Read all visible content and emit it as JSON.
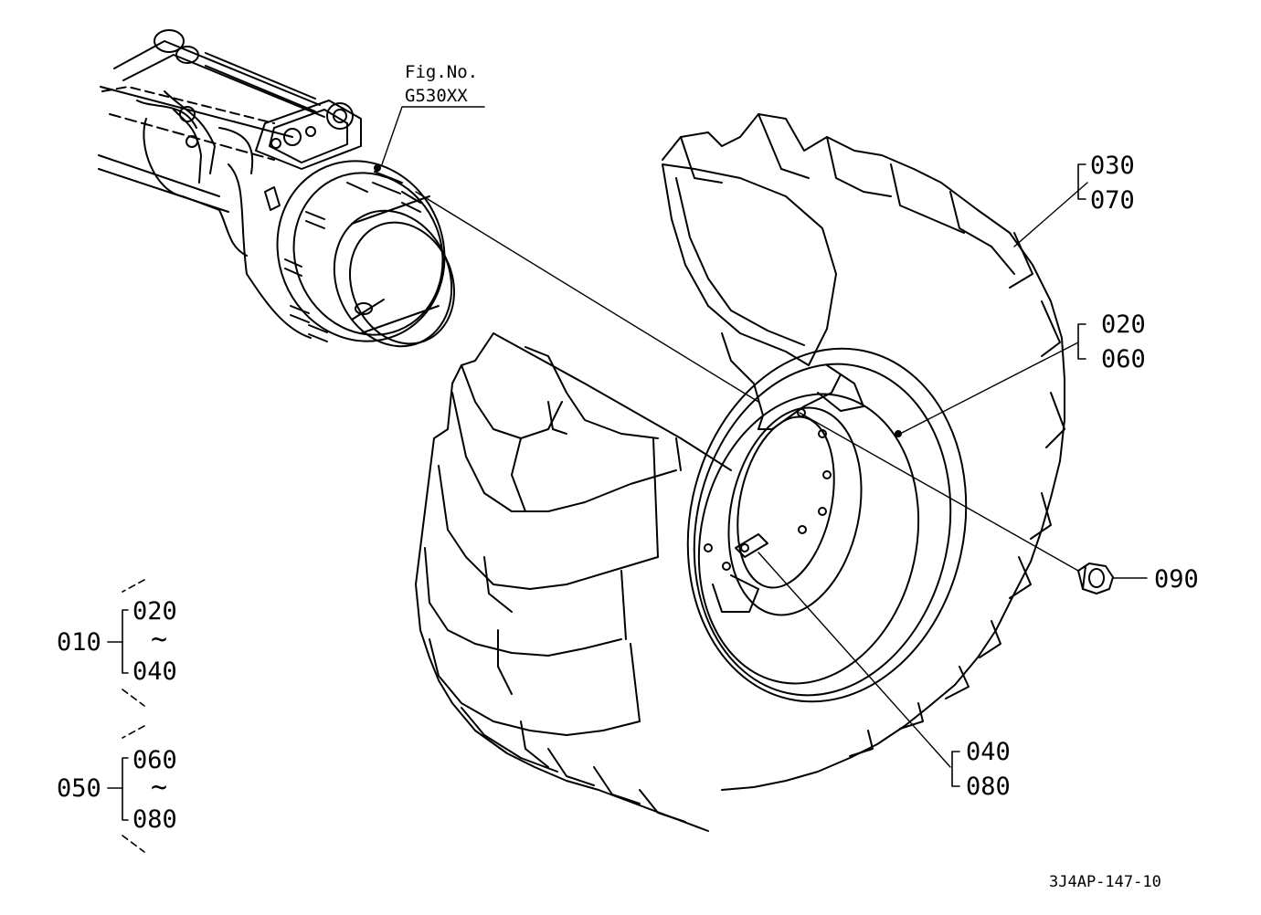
{
  "figure_ref": {
    "line1": "Fig.No.",
    "line2": "G530XX"
  },
  "callouts": {
    "tire_top": "030",
    "tire_bottom": "070",
    "rim_top": "020",
    "rim_bottom": "060",
    "nut": "090",
    "valve_top": "040",
    "valve_bottom": "080"
  },
  "assemblies": [
    {
      "id": "010",
      "from": "020",
      "sep": "~",
      "to": "040"
    },
    {
      "id": "050",
      "from": "060",
      "sep": "~",
      "to": "080"
    }
  ],
  "drawing_code": "3J4AP-147-10"
}
